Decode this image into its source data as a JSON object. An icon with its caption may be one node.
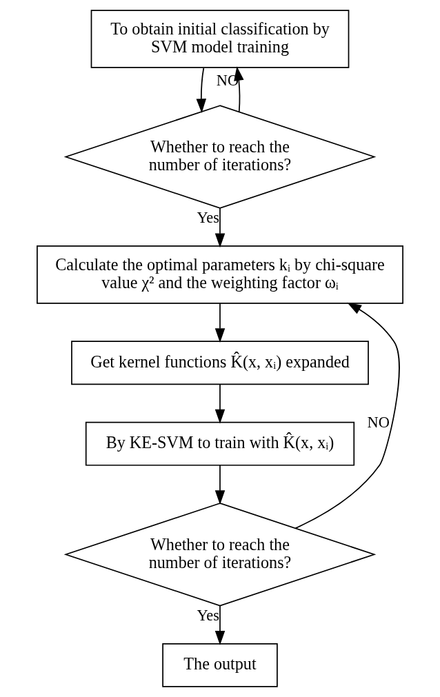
{
  "diagram": {
    "nodes": [
      {
        "text": [
          "To obtain initial classification by SVM model training"
        ]
      },
      {
        "text": [
          "Whether to reach the number of iterations?"
        ]
      },
      {
        "text": [
          "Calculate the optimal parameters kᵢ by chi-square value χ² and the weighting factor ωᵢ"
        ]
      },
      {
        "text": [
          "Get kernel functions K̂(x, xᵢ) expanded"
        ]
      },
      {
        "text": [
          "By KE-SVM to train with K̂(x, xᵢ)"
        ]
      },
      {
        "text": [
          "Whether to reach the number of iterations?"
        ]
      },
      {
        "text": [
          "The output"
        ]
      }
    ],
    "edges": [
      {
        "from": 0,
        "to": 1,
        "arrow": "to"
      },
      {
        "from": 1,
        "to": 0,
        "arrow": "to",
        "label": "NO"
      },
      {
        "from": 1,
        "to": 2,
        "arrow": "to",
        "label": "Yes"
      },
      {
        "from": 2,
        "to": 3,
        "arrow": "to"
      },
      {
        "from": 3,
        "to": 4,
        "arrow": "to"
      },
      {
        "from": 4,
        "to": 5,
        "arrow": "to"
      },
      {
        "from": 5,
        "to": 2,
        "arrow": "to",
        "label": "NO"
      },
      {
        "from": 5,
        "to": 6,
        "arrow": "to",
        "label": "Yes"
      }
    ]
  }
}
